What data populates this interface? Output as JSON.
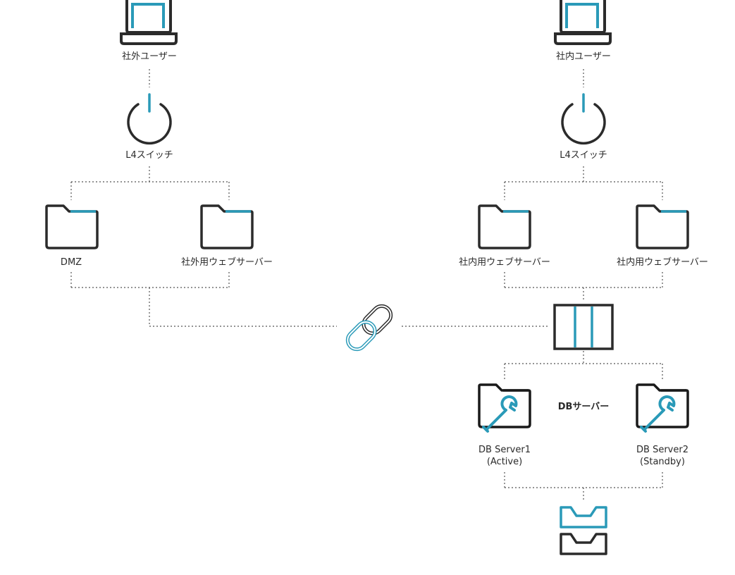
{
  "colors": {
    "stroke": "#2b2b2b",
    "accent": "#2a9ab8",
    "connector": "#555555"
  },
  "left": {
    "user_label": "社外ユーザー",
    "switch_label": "L4スイッチ",
    "folder1_label": "DMZ",
    "folder2_label": "社外用ウェブサーバー"
  },
  "right": {
    "user_label": "社内ユーザー",
    "switch_label": "L4スイッチ",
    "folder1_label": "社内用ウェブサーバー",
    "folder2_label": "社内用ウェブサーバー",
    "db_group_label": "DBサーバー",
    "db1_label_line1": "DB Server1",
    "db1_label_line2": "(Active)",
    "db2_label_line1": "DB Server2",
    "db2_label_line2": "(Standby)"
  },
  "icons": {
    "user_device": "laptop-icon",
    "switch": "power-icon",
    "server": "folder-icon",
    "link": "chain-link-icon",
    "firewall": "firewall-panel-icon",
    "db_server": "folder-wrench-icon",
    "storage": "inbox-tray-icon"
  }
}
